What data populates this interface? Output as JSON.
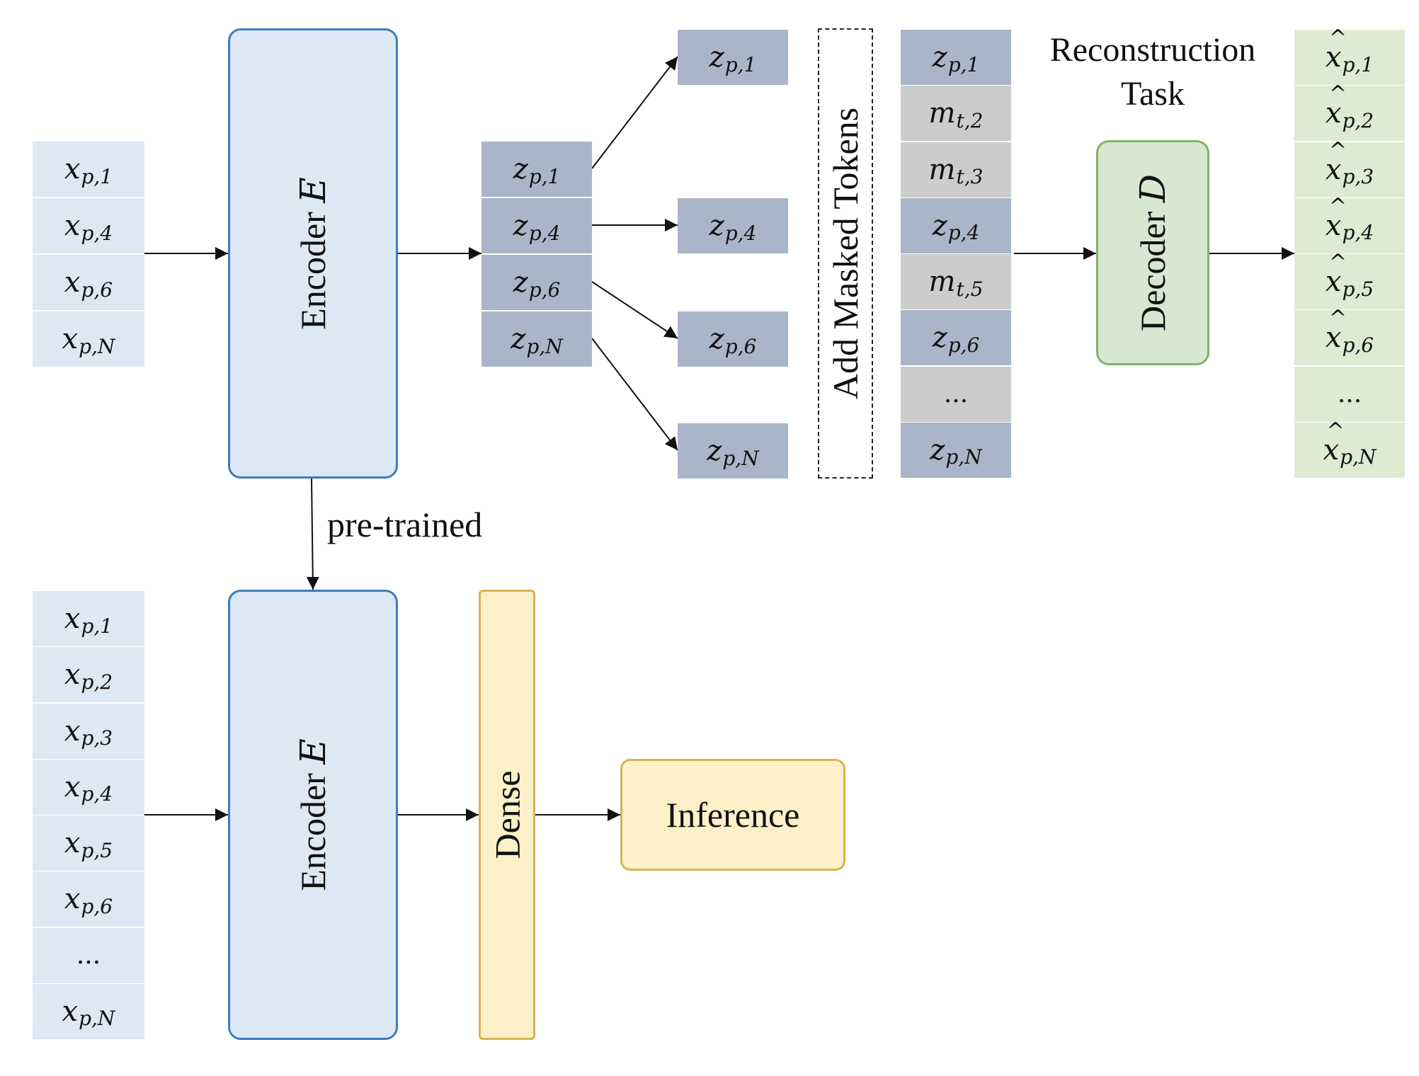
{
  "diagram": {
    "top_inputs": [
      {
        "sym": "x",
        "sub": "p,1"
      },
      {
        "sym": "x",
        "sub": "p,4"
      },
      {
        "sym": "x",
        "sub": "p,6"
      },
      {
        "sym": "x",
        "sub": "p,N"
      }
    ],
    "encoder_top": {
      "text": "Encoder ",
      "symbol": "E"
    },
    "latents": [
      {
        "sym": "z",
        "sub": "p,1"
      },
      {
        "sym": "z",
        "sub": "p,4"
      },
      {
        "sym": "z",
        "sub": "p,6"
      },
      {
        "sym": "z",
        "sub": "p,N"
      }
    ],
    "scattered_latents": [
      {
        "sym": "z",
        "sub": "p,1"
      },
      {
        "sym": "z",
        "sub": "p,4"
      },
      {
        "sym": "z",
        "sub": "p,6"
      },
      {
        "sym": "z",
        "sub": "p,N"
      }
    ],
    "masked_tokens_label": "Add Masked Tokens",
    "full_sequence": [
      {
        "sym": "z",
        "sub": "p,1",
        "kind": "latent"
      },
      {
        "sym": "m",
        "sub": "t,2",
        "kind": "mask"
      },
      {
        "sym": "m",
        "sub": "t,3",
        "kind": "mask"
      },
      {
        "sym": "z",
        "sub": "p,4",
        "kind": "latent"
      },
      {
        "sym": "m",
        "sub": "t,5",
        "kind": "mask"
      },
      {
        "sym": "z",
        "sub": "p,6",
        "kind": "latent"
      },
      {
        "sym": "...",
        "sub": "",
        "kind": "mask"
      },
      {
        "sym": "z",
        "sub": "p,N",
        "kind": "latent"
      }
    ],
    "reconstruction_label_line1": "Reconstruction",
    "reconstruction_label_line2": "Task",
    "decoder": {
      "text": "Decoder ",
      "symbol": "D"
    },
    "outputs": [
      {
        "sym": "x",
        "sub": "p,1",
        "hat": true
      },
      {
        "sym": "x",
        "sub": "p,2",
        "hat": true
      },
      {
        "sym": "x",
        "sub": "p,3",
        "hat": true
      },
      {
        "sym": "x",
        "sub": "p,4",
        "hat": true
      },
      {
        "sym": "x",
        "sub": "p,5",
        "hat": true
      },
      {
        "sym": "x",
        "sub": "p,6",
        "hat": true
      },
      {
        "sym": "...",
        "sub": "",
        "hat": false
      },
      {
        "sym": "x",
        "sub": "p,N",
        "hat": true
      }
    ],
    "pretrained_label": "pre-trained",
    "bottom_inputs": [
      {
        "sym": "x",
        "sub": "p,1"
      },
      {
        "sym": "x",
        "sub": "p,2"
      },
      {
        "sym": "x",
        "sub": "p,3"
      },
      {
        "sym": "x",
        "sub": "p,4"
      },
      {
        "sym": "x",
        "sub": "p,5"
      },
      {
        "sym": "x",
        "sub": "p,6"
      },
      {
        "sym": "...",
        "sub": ""
      },
      {
        "sym": "x",
        "sub": "p,N"
      }
    ],
    "encoder_bottom": {
      "text": "Encoder ",
      "symbol": "E"
    },
    "dense_label": "Dense",
    "inference_label": "Inference",
    "colors": {
      "input_fill": "#dce8f4",
      "encoder_border": "#3b7dbb",
      "latent_fill": "#a9b6c9",
      "mask_fill": "#cccccc",
      "decoder_fill": "#d6e8d0",
      "decoder_border": "#80b36a",
      "output_fill": "#dcebd2",
      "dense_fill": "#fdf0c8",
      "dense_border": "#d6b550"
    }
  }
}
